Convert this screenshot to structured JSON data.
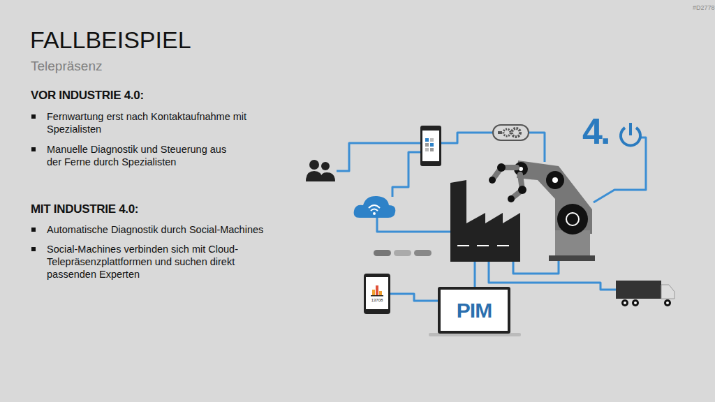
{
  "diagram": {
    "title": "FALLBEISPIEL",
    "nodes": [
      {
        "text": [
          "13708"
        ]
      },
      {
        "text": [
          "PIM"
        ]
      }
    ],
    "edges": [
      {
        "from": 0,
        "to": 1,
        "arrow": "none"
      }
    ],
    "labels": [
      "Telepräsenz",
      "VOR INDUSTRIE 4.0:",
      "Fernwartung erst nach Kontaktaufnahme mit Spezialisten",
      "Manuelle Diagnostik und Steuerung aus der Ferne durch Spezialisten",
      "MIT INDUSTRIE 4.0:",
      "Automatische Diagnostik durch Social-Machines",
      "Social-Machines verbinden sich mit Cloud-Telepräsenzplattformen und suchen direkt passenden Experten",
      "4.",
      "#D2778"
    ]
  }
}
